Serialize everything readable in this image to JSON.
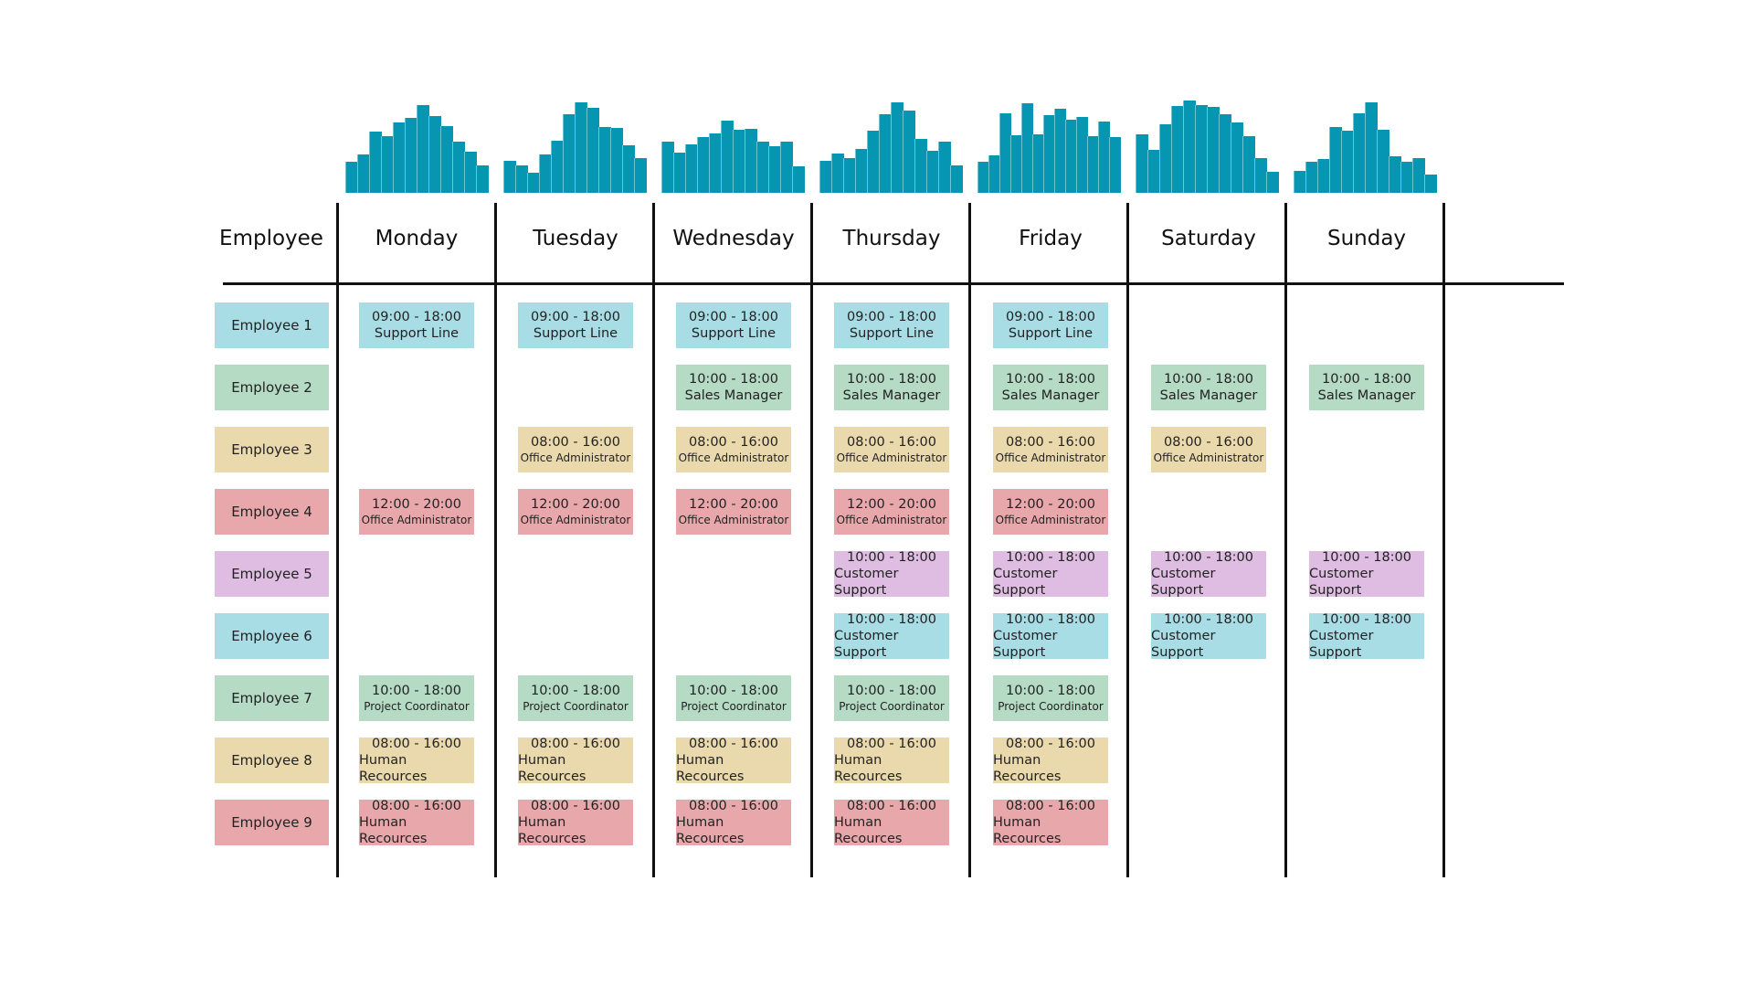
{
  "colors": {
    "blue": "#a8dde6",
    "green": "#b5dbc4",
    "yellow": "#ead9ad",
    "red": "#e8a8ab",
    "purple": "#dfbde2",
    "bar": "#0796b1"
  },
  "header": {
    "employee_label": "Employee",
    "days": [
      "Monday",
      "Tuesday",
      "Wednesday",
      "Thursday",
      "Friday",
      "Saturday",
      "Sunday"
    ]
  },
  "load_charts": [
    {
      "day": "Monday",
      "values": [
        34,
        42,
        67,
        62,
        77,
        82,
        96,
        84,
        73,
        56,
        45,
        30
      ]
    },
    {
      "day": "Tuesday",
      "values": [
        35,
        30,
        22,
        42,
        57,
        86,
        99,
        93,
        72,
        71,
        52,
        38
      ]
    },
    {
      "day": "Wednesday",
      "values": [
        56,
        44,
        53,
        61,
        65,
        79,
        69,
        70,
        56,
        51,
        56,
        29
      ]
    },
    {
      "day": "Thursday",
      "values": [
        35,
        43,
        38,
        48,
        68,
        86,
        99,
        90,
        59,
        46,
        56,
        30
      ]
    },
    {
      "day": "Friday",
      "values": [
        34,
        41,
        87,
        63,
        98,
        64,
        85,
        92,
        80,
        83,
        62,
        78,
        61
      ]
    },
    {
      "day": "Saturday",
      "values": [
        64,
        47,
        75,
        95,
        101,
        96,
        94,
        86,
        77,
        62,
        38,
        23
      ]
    },
    {
      "day": "Sunday",
      "values": [
        24,
        34,
        37,
        72,
        68,
        87,
        99,
        69,
        40,
        34,
        38,
        20
      ]
    }
  ],
  "employees": [
    {
      "name": "Employee 1",
      "color": "blue"
    },
    {
      "name": "Employee 2",
      "color": "green"
    },
    {
      "name": "Employee 3",
      "color": "yellow"
    },
    {
      "name": "Employee 4",
      "color": "red"
    },
    {
      "name": "Employee 5",
      "color": "purple"
    },
    {
      "name": "Employee 6",
      "color": "blue"
    },
    {
      "name": "Employee 7",
      "color": "green"
    },
    {
      "name": "Employee 8",
      "color": "yellow"
    },
    {
      "name": "Employee 9",
      "color": "red"
    }
  ],
  "shifts": [
    {
      "employee": 0,
      "day": 0,
      "time": "09:00 - 18:00",
      "role": "Support Line"
    },
    {
      "employee": 0,
      "day": 1,
      "time": "09:00 - 18:00",
      "role": "Support Line"
    },
    {
      "employee": 0,
      "day": 2,
      "time": "09:00 - 18:00",
      "role": "Support Line"
    },
    {
      "employee": 0,
      "day": 3,
      "time": "09:00 - 18:00",
      "role": "Support Line"
    },
    {
      "employee": 0,
      "day": 4,
      "time": "09:00 - 18:00",
      "role": "Support Line"
    },
    {
      "employee": 1,
      "day": 2,
      "time": "10:00 - 18:00",
      "role": "Sales Manager"
    },
    {
      "employee": 1,
      "day": 3,
      "time": "10:00 - 18:00",
      "role": "Sales Manager"
    },
    {
      "employee": 1,
      "day": 4,
      "time": "10:00 - 18:00",
      "role": "Sales Manager"
    },
    {
      "employee": 1,
      "day": 5,
      "time": "10:00 - 18:00",
      "role": "Sales Manager"
    },
    {
      "employee": 1,
      "day": 6,
      "time": "10:00 - 18:00",
      "role": "Sales Manager"
    },
    {
      "employee": 2,
      "day": 1,
      "time": "08:00 - 16:00",
      "role": "Office Administrator"
    },
    {
      "employee": 2,
      "day": 2,
      "time": "08:00 - 16:00",
      "role": "Office Administrator"
    },
    {
      "employee": 2,
      "day": 3,
      "time": "08:00 - 16:00",
      "role": "Office Administrator"
    },
    {
      "employee": 2,
      "day": 4,
      "time": "08:00 - 16:00",
      "role": "Office Administrator"
    },
    {
      "employee": 2,
      "day": 5,
      "time": "08:00 - 16:00",
      "role": "Office Administrator"
    },
    {
      "employee": 3,
      "day": 0,
      "time": "12:00 - 20:00",
      "role": "Office Administrator"
    },
    {
      "employee": 3,
      "day": 1,
      "time": "12:00 - 20:00",
      "role": "Office Administrator"
    },
    {
      "employee": 3,
      "day": 2,
      "time": "12:00 - 20:00",
      "role": "Office Administrator"
    },
    {
      "employee": 3,
      "day": 3,
      "time": "12:00 - 20:00",
      "role": "Office Administrator"
    },
    {
      "employee": 3,
      "day": 4,
      "time": "12:00 - 20:00",
      "role": "Office Administrator"
    },
    {
      "employee": 4,
      "day": 3,
      "time": "10:00 - 18:00",
      "role": "Customer Support"
    },
    {
      "employee": 4,
      "day": 4,
      "time": "10:00 - 18:00",
      "role": "Customer Support"
    },
    {
      "employee": 4,
      "day": 5,
      "time": "10:00 - 18:00",
      "role": "Customer Support"
    },
    {
      "employee": 4,
      "day": 6,
      "time": "10:00 - 18:00",
      "role": "Customer Support"
    },
    {
      "employee": 5,
      "day": 3,
      "time": "10:00 - 18:00",
      "role": "Customer Support"
    },
    {
      "employee": 5,
      "day": 4,
      "time": "10:00 - 18:00",
      "role": "Customer Support"
    },
    {
      "employee": 5,
      "day": 5,
      "time": "10:00 - 18:00",
      "role": "Customer Support"
    },
    {
      "employee": 5,
      "day": 6,
      "time": "10:00 - 18:00",
      "role": "Customer Support"
    },
    {
      "employee": 6,
      "day": 0,
      "time": "10:00 - 18:00",
      "role": "Project Coordinator"
    },
    {
      "employee": 6,
      "day": 1,
      "time": "10:00 - 18:00",
      "role": "Project Coordinator"
    },
    {
      "employee": 6,
      "day": 2,
      "time": "10:00 - 18:00",
      "role": "Project Coordinator"
    },
    {
      "employee": 6,
      "day": 3,
      "time": "10:00 - 18:00",
      "role": "Project Coordinator"
    },
    {
      "employee": 6,
      "day": 4,
      "time": "10:00 - 18:00",
      "role": "Project Coordinator"
    },
    {
      "employee": 7,
      "day": 0,
      "time": "08:00 - 16:00",
      "role": "Human Recources"
    },
    {
      "employee": 7,
      "day": 1,
      "time": "08:00 - 16:00",
      "role": "Human Recources"
    },
    {
      "employee": 7,
      "day": 2,
      "time": "08:00 - 16:00",
      "role": "Human Recources"
    },
    {
      "employee": 7,
      "day": 3,
      "time": "08:00 - 16:00",
      "role": "Human Recources"
    },
    {
      "employee": 7,
      "day": 4,
      "time": "08:00 - 16:00",
      "role": "Human Recources"
    },
    {
      "employee": 8,
      "day": 0,
      "time": "08:00 - 16:00",
      "role": "Human Recources"
    },
    {
      "employee": 8,
      "day": 1,
      "time": "08:00 - 16:00",
      "role": "Human Recources"
    },
    {
      "employee": 8,
      "day": 2,
      "time": "08:00 - 16:00",
      "role": "Human Recources"
    },
    {
      "employee": 8,
      "day": 3,
      "time": "08:00 - 16:00",
      "role": "Human Recources"
    },
    {
      "employee": 8,
      "day": 4,
      "time": "08:00 - 16:00",
      "role": "Human Recources"
    }
  ]
}
